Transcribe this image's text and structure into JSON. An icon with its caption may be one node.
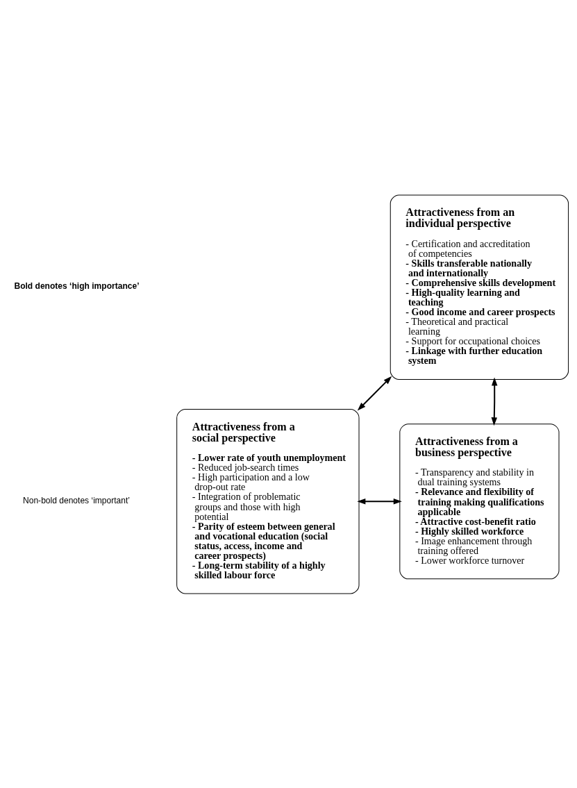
{
  "diagram": {
    "nodes": [
      {
        "text": [
          "Attractiveness from an individual perspective",
          "- Certification and accreditation of competencies",
          "- Skills transferable nationally and internationally",
          "- Comprehensive skills development",
          "- High-quality learning and teaching",
          "- Good income and career prospects",
          "- Theoretical and practical learning",
          "- Support for occupational choices",
          "- Linkage with further education system"
        ]
      },
      {
        "text": [
          "Attractiveness from a social perspective",
          "- Lower rate of youth unemployment",
          "- Reduced job-search times",
          "- High participation and a low drop-out rate",
          "- Integration of problematic groups and those with high potential",
          "- Parity of esteem between general and vocational education (social status, access, income and career prospects)",
          "- Long-term stability of a highly skilled labour force"
        ]
      },
      {
        "text": [
          "Attractiveness from a business perspective",
          "- Transparency and stability in dual training systems",
          "- Relevance and flexibility of training making qualifications applicable",
          "- Attractive cost-benefit ratio",
          "- Highly skilled workforce",
          "- Image enhancement through training offered",
          "- Lower workforce turnover"
        ]
      }
    ],
    "edges": [
      {
        "from": 0,
        "to": 1,
        "arrow": "both"
      },
      {
        "from": 0,
        "to": 2,
        "arrow": "both"
      },
      {
        "from": 1,
        "to": 2,
        "arrow": "both"
      }
    ],
    "labels": [
      "Bold denotes ‘high importance’",
      "Non-bold denotes ‘important’"
    ]
  }
}
